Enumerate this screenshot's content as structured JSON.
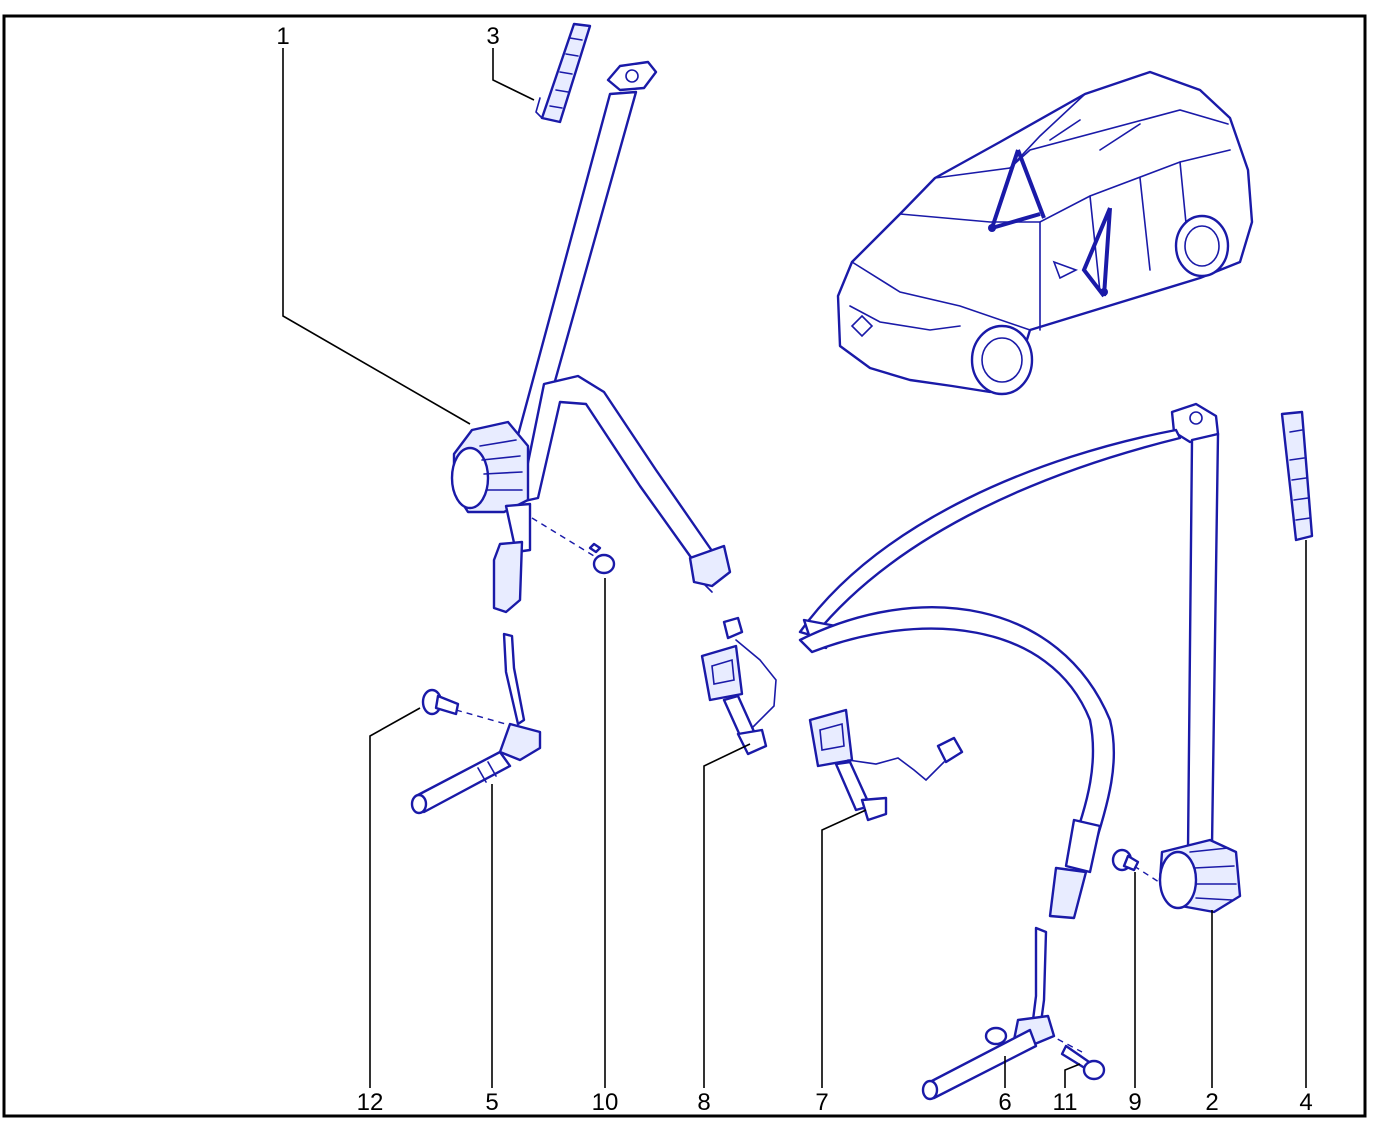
{
  "callouts": [
    {
      "id": "c1",
      "label": "1"
    },
    {
      "id": "c2",
      "label": "2"
    },
    {
      "id": "c3",
      "label": "3"
    },
    {
      "id": "c4",
      "label": "4"
    },
    {
      "id": "c5",
      "label": "5"
    },
    {
      "id": "c6",
      "label": "6"
    },
    {
      "id": "c7",
      "label": "7"
    },
    {
      "id": "c8",
      "label": "8"
    },
    {
      "id": "c9",
      "label": "9"
    },
    {
      "id": "c10",
      "label": "10"
    },
    {
      "id": "c11",
      "label": "11"
    },
    {
      "id": "c12",
      "label": "12"
    }
  ],
  "colors": {
    "line_art": "#1a1aa8",
    "frame": "#000000",
    "background": "#ffffff"
  }
}
